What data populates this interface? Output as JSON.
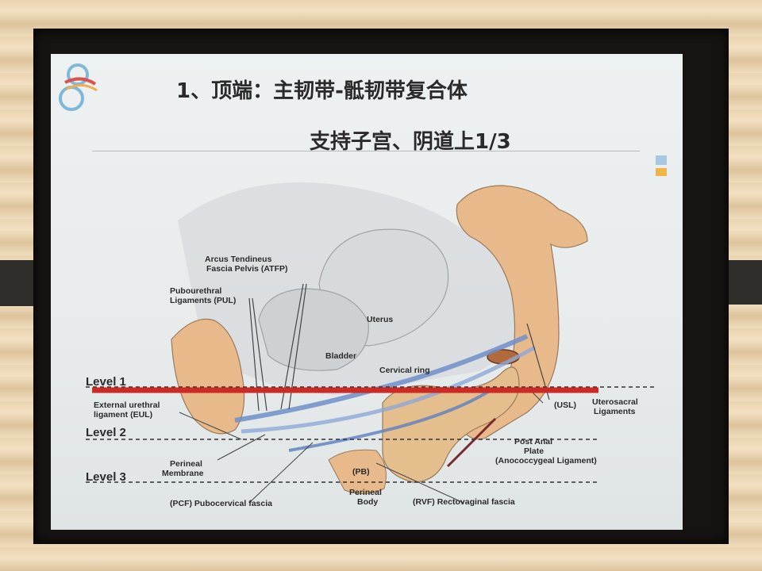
{
  "slide": {
    "title": "1、顶端：主韧带-骶韧带复合体",
    "subtitle": "支持子宫、阴道上1/3"
  },
  "diagram": {
    "levels": [
      {
        "key": "level1",
        "label": "Level 1"
      },
      {
        "key": "level2",
        "label": "Level 2"
      },
      {
        "key": "level3",
        "label": "Level 3"
      }
    ],
    "labels": {
      "atfp_1": "Arcus Tendineus",
      "atfp_2": "Fascia Pelvis (ATFP)",
      "pul_1": "Pubourethral",
      "pul_2": "Ligaments (PUL)",
      "uterus": "Uterus",
      "bladder": "Bladder",
      "cervical_ring": "Cervical ring",
      "eul_1": "External  urethral",
      "eul_2": "ligament (EUL)",
      "usl_abbr": "(USL)",
      "usl_1": "Uterosacral",
      "usl_2": "Ligaments",
      "post_anal_1": "Post Anal",
      "post_anal_2": "Plate",
      "post_anal_3": "(Anococcygeal Ligament)",
      "perineal_membrane_1": "Perineal",
      "perineal_membrane_2": "Membrane",
      "pb": "(PB)",
      "perineal_body_1": "Perineal",
      "perineal_body_2": "Body",
      "pcf": "(PCF) Pubocervical fascia",
      "rvf": "(RVF) Rectovaginal fascia"
    },
    "colors": {
      "bone": "#e8b98a",
      "organ": "#c9cdd1",
      "fascia": "#6f8fc9",
      "highlight_line": "#cc2a24"
    }
  }
}
